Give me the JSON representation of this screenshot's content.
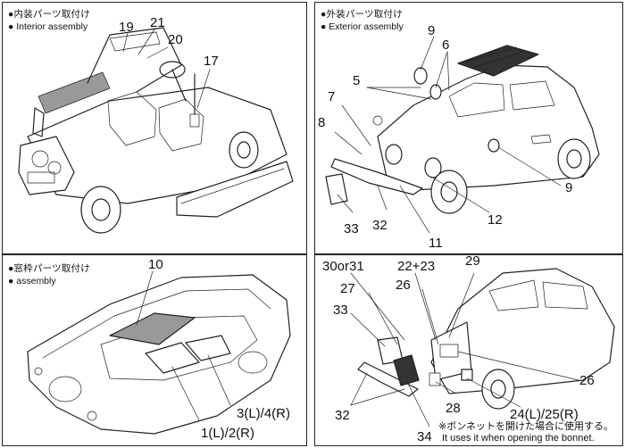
{
  "sections": {
    "interior": {
      "title_jp": "●内装パーツ取付け",
      "title_en": "● Interior assembly",
      "parts": [
        "19",
        "21",
        "20",
        "17"
      ]
    },
    "exterior": {
      "title_jp": "●外装パーツ取付け",
      "title_en": "● Exterior assembly",
      "parts": [
        "9",
        "6",
        "5",
        "7",
        "8",
        "9",
        "33",
        "32",
        "12",
        "11"
      ]
    },
    "window": {
      "title_jp": "●窓枠パーツ取付け",
      "title_en": "●  assembly",
      "parts": [
        "10",
        "3(L)/4(R)",
        "1(L)/2(R)"
      ]
    },
    "bonnet": {
      "parts": [
        "30or31",
        "22+23",
        "29",
        "27",
        "26",
        "33",
        "26",
        "32",
        "28",
        "24(L)/25(R)",
        "34"
      ],
      "note_jp": "※ボンネットを開けた場合に使用する。",
      "note_en": "It uses it when opening the bonnet."
    }
  }
}
